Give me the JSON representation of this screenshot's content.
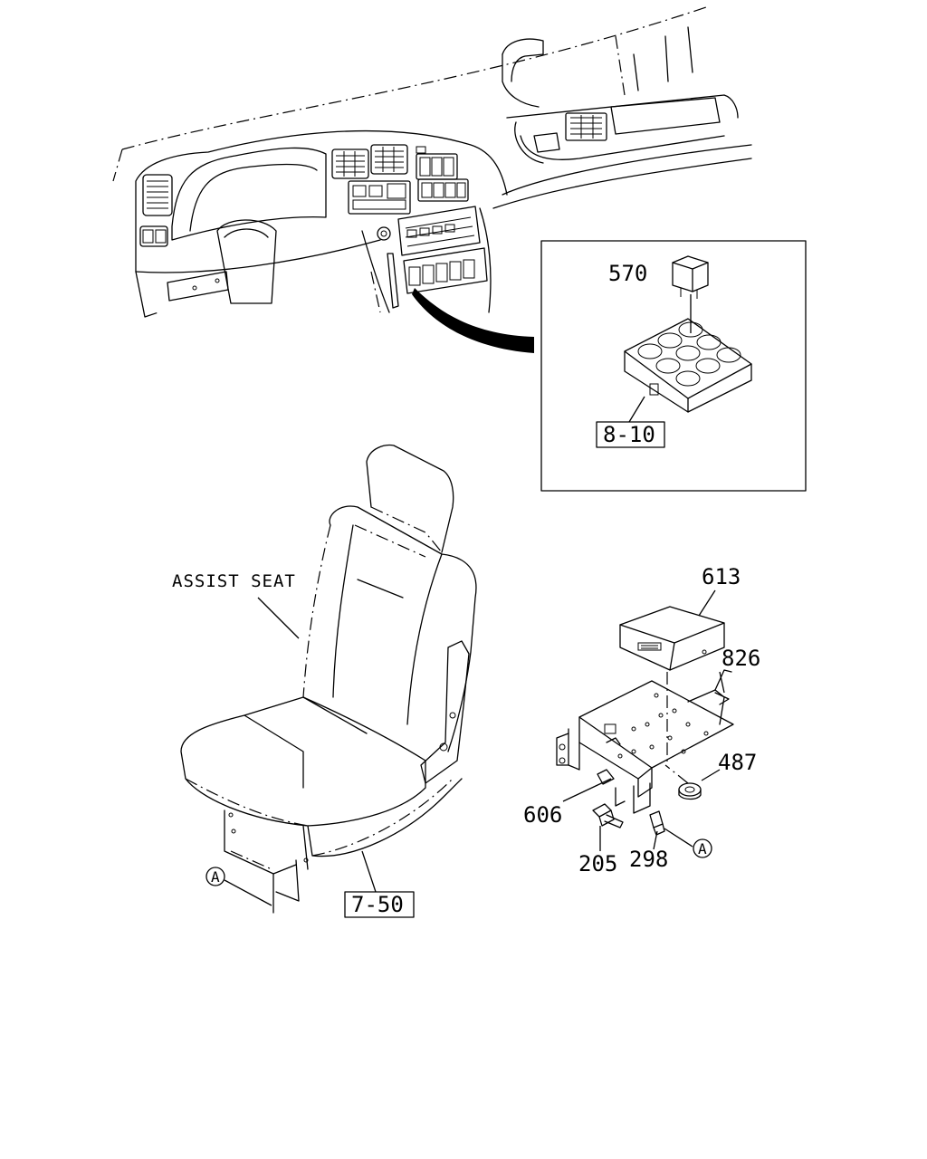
{
  "callouts": {
    "p570": "570",
    "p8_10": "8-10",
    "p613": "613",
    "p826": "826",
    "p487": "487",
    "p606": "606",
    "p205": "205",
    "p298": "298",
    "p7_50": "7-50",
    "ref_a": "A"
  },
  "labels": {
    "assist_seat": "ASSIST SEAT"
  }
}
